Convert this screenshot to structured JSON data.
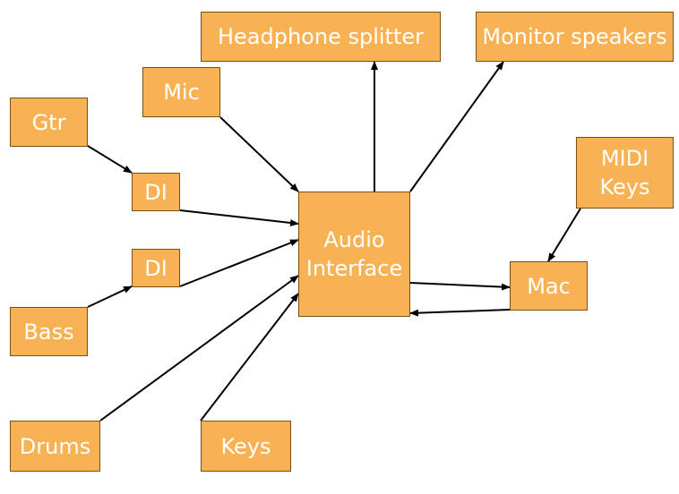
{
  "nodes": {
    "headphone_splitter": "Headphone splitter",
    "monitor_speakers": "Monitor speakers",
    "mic": "Mic",
    "gtr": "Gtr",
    "di_guitar": "DI",
    "di_bass": "DI",
    "bass": "Bass",
    "drums": "Drums",
    "keys": "Keys",
    "audio_interface": "Audio\nInterface",
    "midi_keys": "MIDI\nKeys",
    "mac": "Mac"
  },
  "colors": {
    "node_fill": "#f8b253",
    "node_border": "#7a4f14",
    "node_text": "#ffffff",
    "edge": "#000000"
  },
  "edges": [
    {
      "from": "gtr",
      "to": "di_guitar"
    },
    {
      "from": "bass",
      "to": "di_bass"
    },
    {
      "from": "mic",
      "to": "audio_interface"
    },
    {
      "from": "di_guitar",
      "to": "audio_interface"
    },
    {
      "from": "di_bass",
      "to": "audio_interface"
    },
    {
      "from": "drums",
      "to": "audio_interface"
    },
    {
      "from": "keys",
      "to": "audio_interface"
    },
    {
      "from": "audio_interface",
      "to": "headphone_splitter"
    },
    {
      "from": "audio_interface",
      "to": "monitor_speakers"
    },
    {
      "from": "audio_interface",
      "to": "mac"
    },
    {
      "from": "mac",
      "to": "audio_interface"
    },
    {
      "from": "midi_keys",
      "to": "mac"
    }
  ]
}
